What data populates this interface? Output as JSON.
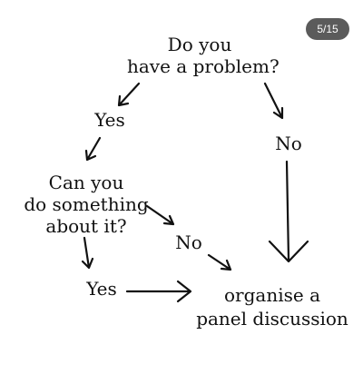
{
  "page_counter": "5/15",
  "flowchart": {
    "question1": [
      "Do you",
      "have a problem?"
    ],
    "yes1": "Yes",
    "no1": "No",
    "question2": [
      "Can you",
      "do something",
      "about it?"
    ],
    "no2": "No",
    "yes2": "Yes",
    "outcome": [
      "organise a",
      "panel discussion"
    ]
  }
}
